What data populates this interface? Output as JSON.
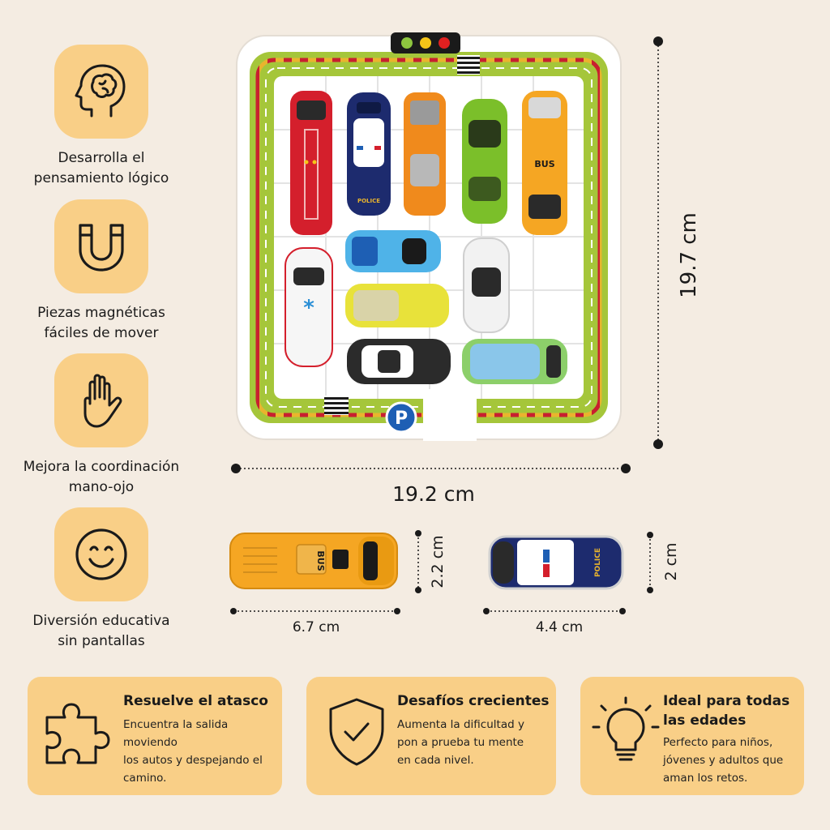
{
  "colors": {
    "background": "#f4ece2",
    "badge": "#f9cf87",
    "card": "#f9cf87",
    "board_green": "#a5c63a",
    "road_yellow": "#e9b42d",
    "road_red": "#c8202f",
    "parking_blue": "#1e5fb4"
  },
  "features": [
    {
      "icon": "brain-head-icon",
      "line1": "Desarrolla el",
      "line2": "pensamiento lógico"
    },
    {
      "icon": "magnet-icon",
      "line1": "Piezas magnéticas",
      "line2": "fáciles de mover"
    },
    {
      "icon": "hand-icon",
      "line1": "Mejora la coordinación",
      "line2": "mano-ojo"
    },
    {
      "icon": "smiley-icon",
      "line1": "Diversión educativa",
      "line2": "sin pantallas"
    }
  ],
  "board": {
    "parking_sign": "P",
    "cars": [
      {
        "type": "fire-truck",
        "color": "#d41f2c"
      },
      {
        "type": "police-car",
        "color": "#1d2b6e",
        "label": "POLICE"
      },
      {
        "type": "orange-truck",
        "color": "#f08a1c"
      },
      {
        "type": "green-car",
        "color": "#7bbf2a"
      },
      {
        "type": "bus",
        "color": "#f5a623",
        "label": "BUS"
      },
      {
        "type": "blue-car",
        "color": "#4fb3e8"
      },
      {
        "type": "ambulance",
        "color": "#f6f6f6"
      },
      {
        "type": "white-car",
        "color": "#f2f2f2"
      },
      {
        "type": "yellow-car",
        "color": "#e8e23a"
      },
      {
        "type": "black-car",
        "color": "#2b2b2b"
      },
      {
        "type": "ambulance-2",
        "color": "#8ccf6a"
      }
    ]
  },
  "dimensions": {
    "board_width": "19.2 cm",
    "board_height": "19.7 cm",
    "bus_length": "6.7 cm",
    "bus_width": "2.2 cm",
    "police_length": "4.4 cm",
    "police_width": "2 cm"
  },
  "pieces": {
    "bus_label": "BUS",
    "police_label": "POLICE"
  },
  "cards": [
    {
      "icon": "puzzle-icon",
      "title": "Resuelve el atasco",
      "lines": [
        "Encuentra la salida moviendo",
        "los autos y despejando el",
        "camino."
      ]
    },
    {
      "icon": "shield-check-icon",
      "title": "Desafíos crecientes",
      "lines": [
        "Aumenta la dificultad y",
        "pon a prueba tu mente",
        "en cada nivel."
      ]
    },
    {
      "icon": "lightbulb-icon",
      "title": "Ideal para todas",
      "title2": "las edades",
      "lines": [
        "Perfecto para niños,",
        "jóvenes y adultos que",
        "aman los retos."
      ]
    }
  ]
}
